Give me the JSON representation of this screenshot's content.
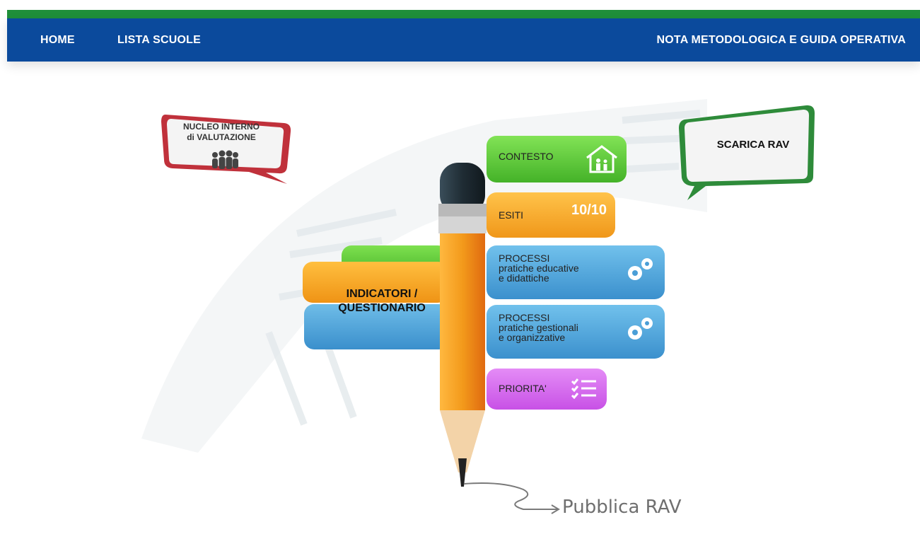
{
  "nav": {
    "home": "HOME",
    "lista_scuole": "LISTA SCUOLE",
    "nota": "NOTA METODOLOGICA E GUIDA OPERATIVA"
  },
  "bubbles": {
    "nucleo_line1": "NUCLEO INTERNO",
    "nucleo_line2": "di VALUTAZIONE",
    "scarica": "SCARICA RAV"
  },
  "sections": {
    "contesto": "CONTESTO",
    "esiti": "ESITI",
    "esiti_badge": "10/10",
    "processi1_title": "PROCESSI",
    "processi1_line2": "pratiche educative",
    "processi1_line3": "e didattiche",
    "processi2_title": "PROCESSI",
    "processi2_line2": "pratiche gestionali",
    "processi2_line3": "e organizzative",
    "priorita": "PRIORITA'",
    "indicatori_line1": "INDICATORI /",
    "indicatori_line2": "QUESTIONARIO"
  },
  "footer": {
    "pubblica": "Pubblica RAV"
  },
  "colors": {
    "nav_blue": "#0b4a9c",
    "stripe_green": "#1f8f3a",
    "green": "#5cc93a",
    "orange": "#f5a623",
    "blue": "#4aa3dd",
    "purple": "#d86bf0",
    "red_bubble": "#c0313b",
    "green_bubble": "#2e8b3a"
  },
  "icons": [
    "family-house-icon",
    "gears-icon",
    "checklist-icon",
    "people-group-icon"
  ]
}
